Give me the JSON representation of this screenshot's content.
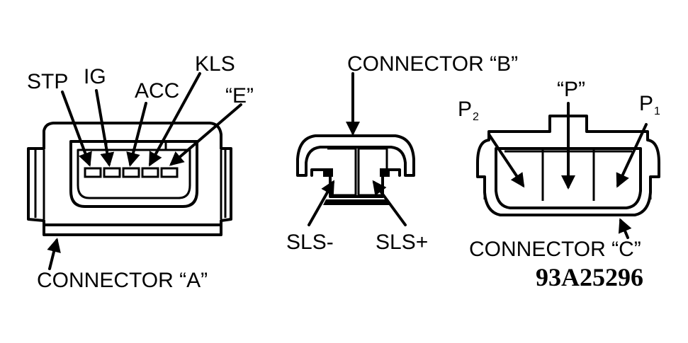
{
  "connector_a": {
    "caption": "CONNECTOR “A”",
    "pins": [
      {
        "label": "STP"
      },
      {
        "label": "IG"
      },
      {
        "label": "ACC"
      },
      {
        "label": "KLS"
      },
      {
        "label": "“E”"
      }
    ]
  },
  "connector_b": {
    "caption": "CONNECTOR “B”",
    "pins": [
      {
        "label": "SLS-"
      },
      {
        "label": "SLS+"
      }
    ]
  },
  "connector_c": {
    "caption": "CONNECTOR “C”",
    "pins": [
      {
        "label": "P",
        "sub": "2"
      },
      {
        "label": "“P”",
        "sub": ""
      },
      {
        "label": "P",
        "sub": "1"
      }
    ]
  },
  "figure_code": "93A25296",
  "colors": {
    "ink": "#000000",
    "paper": "#ffffff"
  }
}
